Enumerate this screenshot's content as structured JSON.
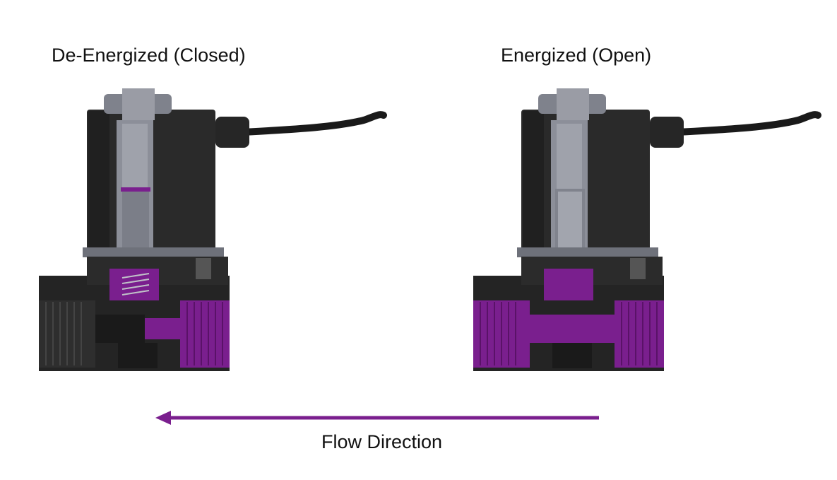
{
  "labels": {
    "closed": "De-Energized (Closed)",
    "open": "Energized (Open)",
    "flow": "Flow Direction"
  },
  "colors": {
    "accent_purple": "#7a1f8e",
    "body_black": "#1e1e1e",
    "metal_gray": "#8a8d96"
  }
}
